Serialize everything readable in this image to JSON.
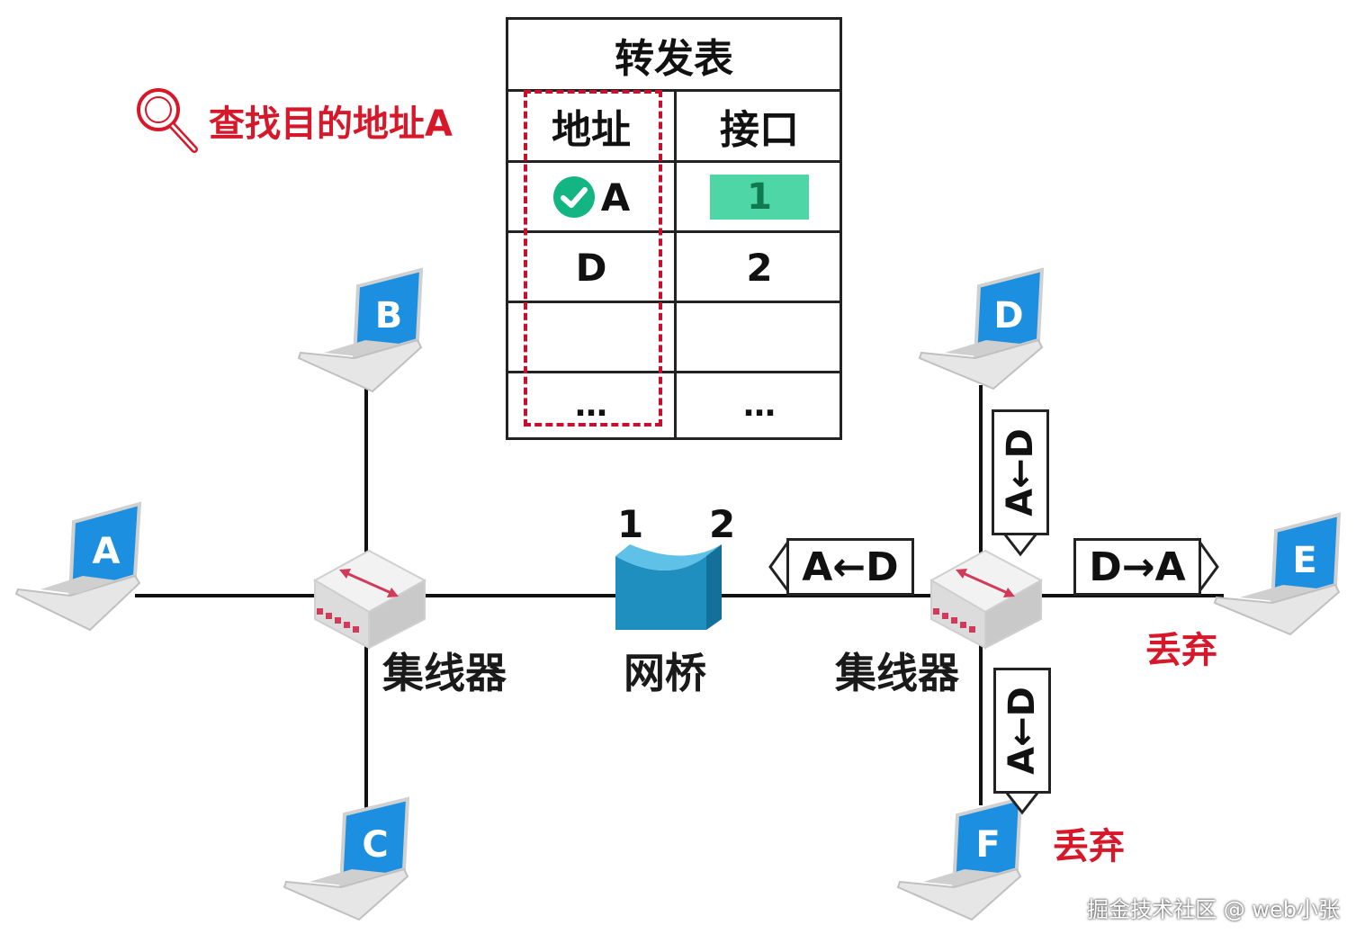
{
  "search": {
    "label": "查找目的地址A"
  },
  "forwarding_table": {
    "title": "转发表",
    "headers": {
      "address": "地址",
      "interface": "接口"
    },
    "rows": [
      {
        "address": "A",
        "interface": "1"
      },
      {
        "address": "D",
        "interface": "2"
      },
      {
        "address": "",
        "interface": ""
      },
      {
        "address": "…",
        "interface": "…"
      }
    ]
  },
  "computers": {
    "a": "A",
    "b": "B",
    "c": "C",
    "d": "D",
    "e": "E",
    "f": "F"
  },
  "devices": {
    "hub_left": "集线器",
    "bridge": "网桥",
    "hub_right": "集线器"
  },
  "bridge_ports": {
    "port1": "1",
    "port2": "2"
  },
  "frames": {
    "to_bridge": "A←D",
    "to_e": "D→A",
    "from_d": "A←D",
    "to_f": "A←D"
  },
  "discard_labels": {
    "at_e": "丢弃",
    "at_f": "丢弃"
  },
  "watermark": "掘金技术社区 @ web小张",
  "colors": {
    "accent_red": "#d7182a",
    "match_green": "#4fd6a6",
    "screen_blue": "#1c8fe0",
    "bridge_blue": "#1f8fbf"
  }
}
